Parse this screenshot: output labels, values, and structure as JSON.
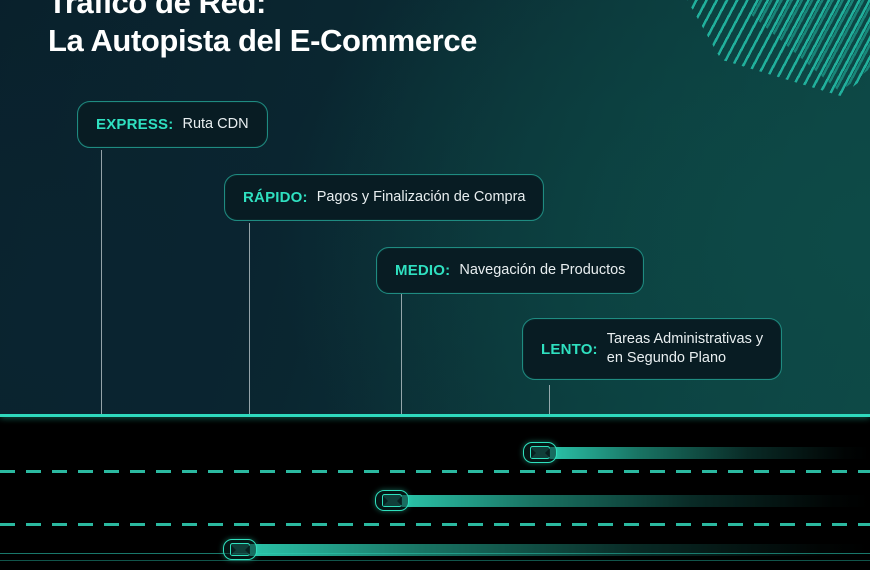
{
  "poster": {
    "title_lines": [
      "Tráfico de Red:",
      "La Autopista del E-Commerce"
    ],
    "accent_color": "#2fe0c0",
    "text_color": "#ffffff",
    "background_color": "#0b1f26",
    "road_color": "#000000"
  },
  "callouts": [
    {
      "tag": "EXPRESS:",
      "desc_line1": "Ruta CDN",
      "desc_line2": ""
    },
    {
      "tag": "RÁPIDO:",
      "desc_line1": "Pagos y Finalización de Compra",
      "desc_line2": ""
    },
    {
      "tag": "MEDIO:",
      "desc_line1": "Navegación de Productos",
      "desc_line2": ""
    },
    {
      "tag": "LENTO:",
      "desc_line1": "Tareas Administrativas y",
      "desc_line2": "en Segundo Plano"
    }
  ],
  "lanes": [
    {
      "name": "lane-express"
    },
    {
      "name": "lane-rapido"
    },
    {
      "name": "lane-medio"
    },
    {
      "name": "lane-lento"
    }
  ]
}
